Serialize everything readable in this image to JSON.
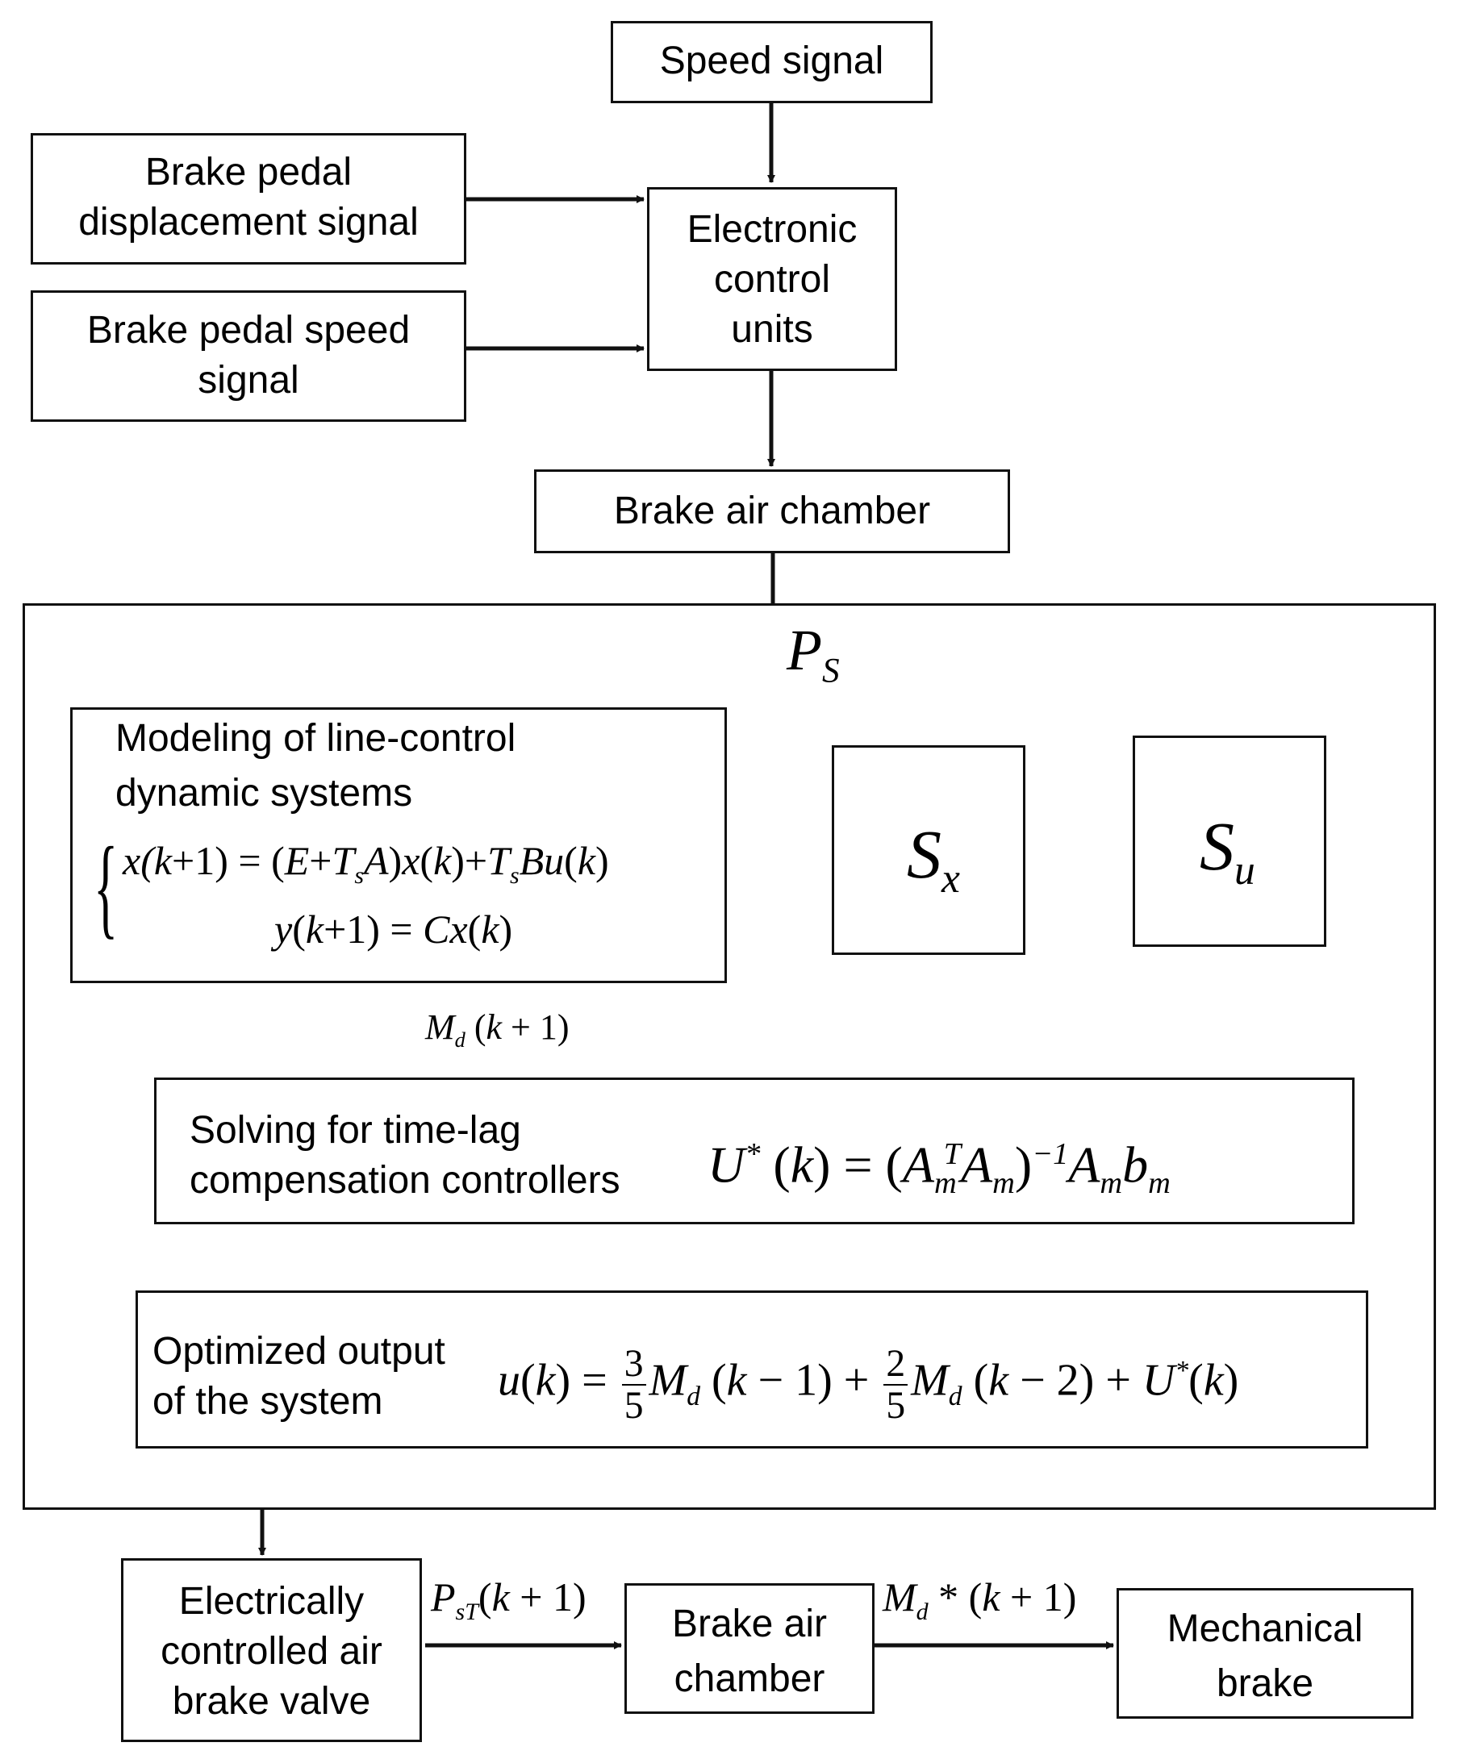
{
  "nodes": {
    "speed_signal": "Speed signal",
    "pedal_displacement": [
      "Brake pedal",
      "displacement signal"
    ],
    "pedal_speed": [
      "Brake pedal speed",
      "signal"
    ],
    "ecu": [
      "Electronic",
      "control",
      "units"
    ],
    "brake_air_chamber_top": "Brake air chamber",
    "modeling": [
      "Modeling of line-control",
      "dynamic systems"
    ],
    "solving": [
      "Solving for time-lag",
      "compensation controllers"
    ],
    "optimized": [
      "Optimized output",
      "of the system"
    ],
    "ecab_valve": [
      "Electrically",
      "controlled air",
      "brake valve"
    ],
    "brake_air_chamber_bottom": [
      "Brake air",
      "chamber"
    ],
    "mechanical_brake": [
      "Mechanical",
      "brake"
    ]
  },
  "symbols": {
    "group_label": "P_S",
    "s_x": "S_x",
    "s_u": "S_u"
  },
  "equations": {
    "state_eq": "x(k+1) = (E+T_sA)x(k) + T_sBu(k)",
    "output_eq": "y(k+1) = Cx(k)",
    "controller_eq": "U*(k) = (A_m^T A_m)^-1 A_m b_m",
    "optimized_eq": "u(k) = 3/5 M_d(k−1) + 2/5 M_d(k−2) + U*(k)"
  },
  "edge_labels": {
    "md_k1": "M_d(k+1)",
    "pst_k1": "P_sT(k + 1)",
    "md_star_k1": "M_d * (k + 1)"
  }
}
